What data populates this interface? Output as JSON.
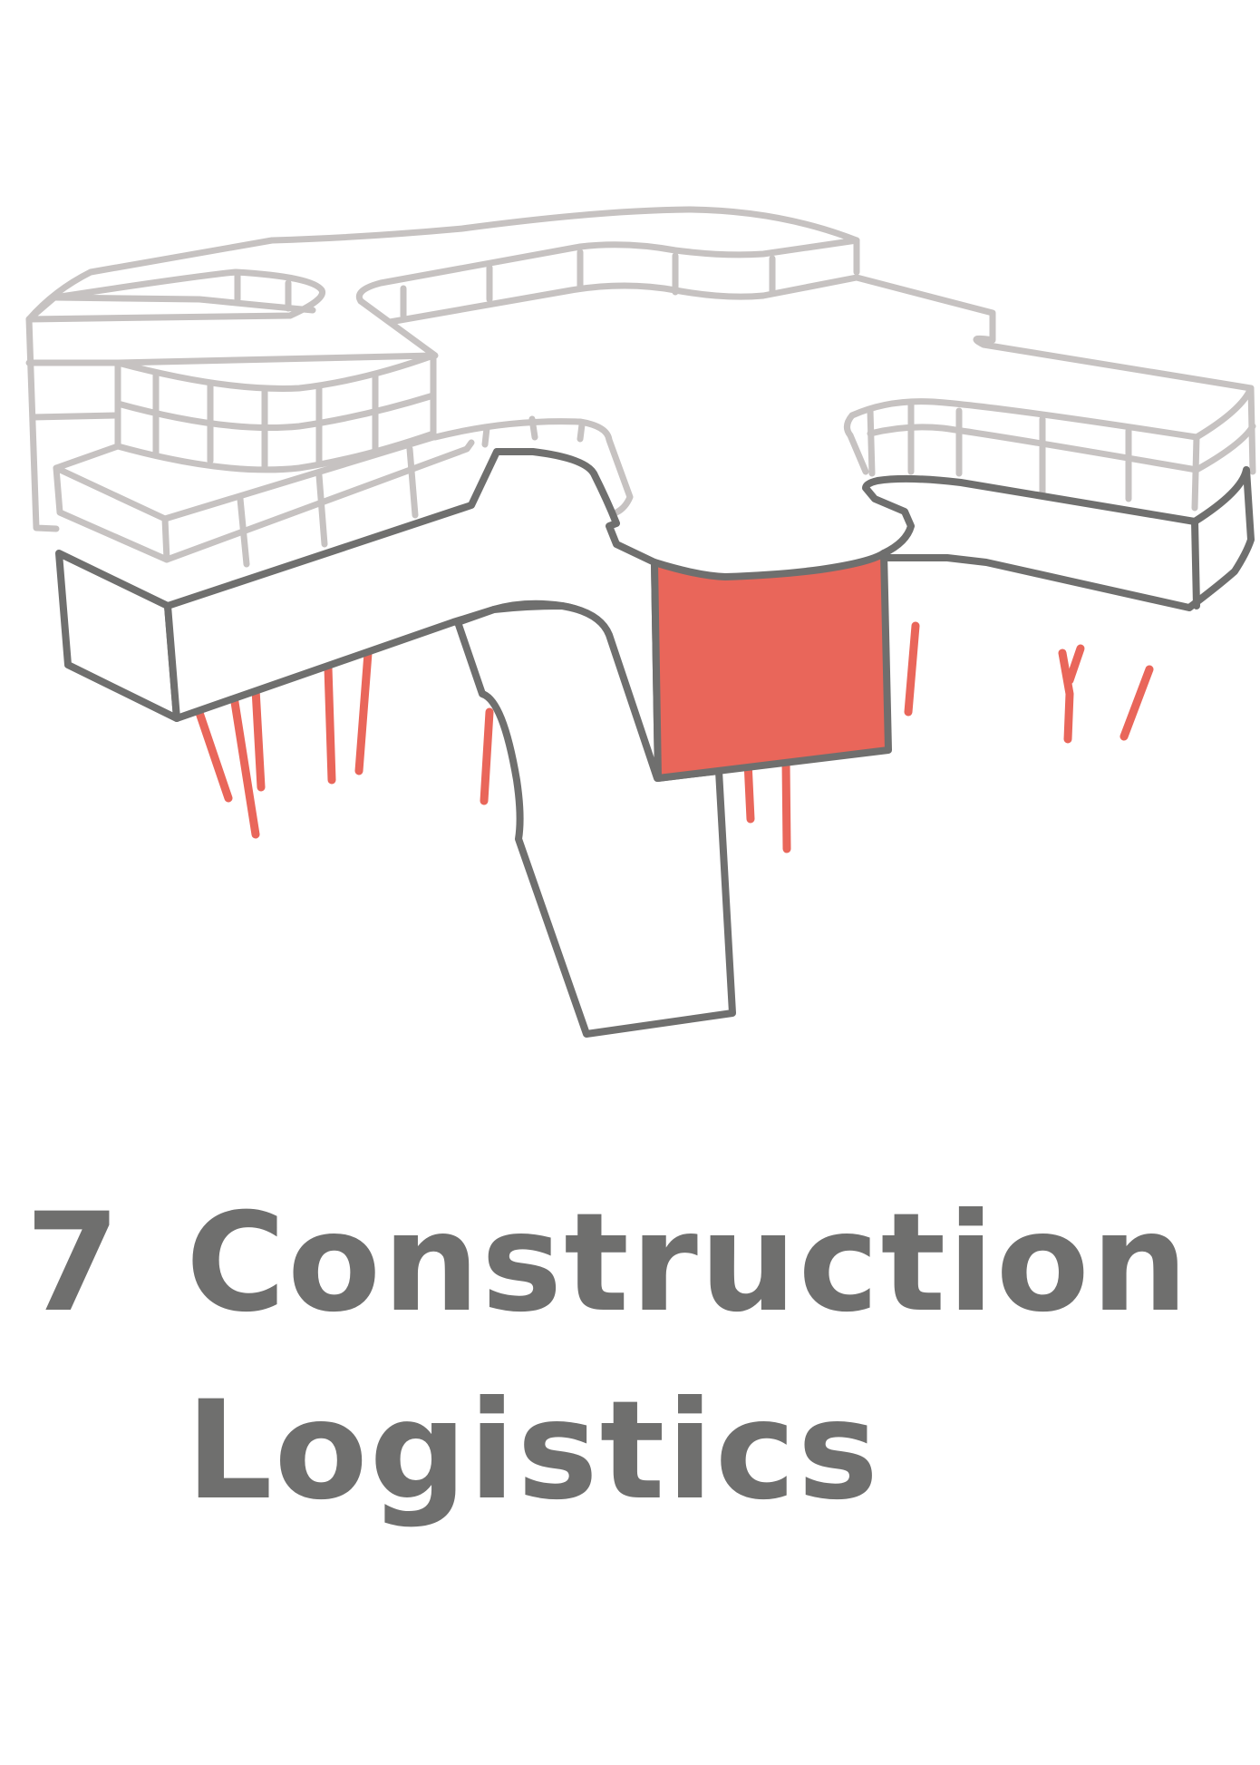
{
  "colors": {
    "background": "#ffffff",
    "outline_dark": "#6f6f6e",
    "outline_light": "#c6c2c1",
    "highlight": "#e9665a",
    "pile": "#e9665a",
    "caption_text": "#6f6f6e"
  },
  "caption": {
    "number": "7",
    "title_line1": "Construction",
    "title_line2": "Logistics"
  }
}
